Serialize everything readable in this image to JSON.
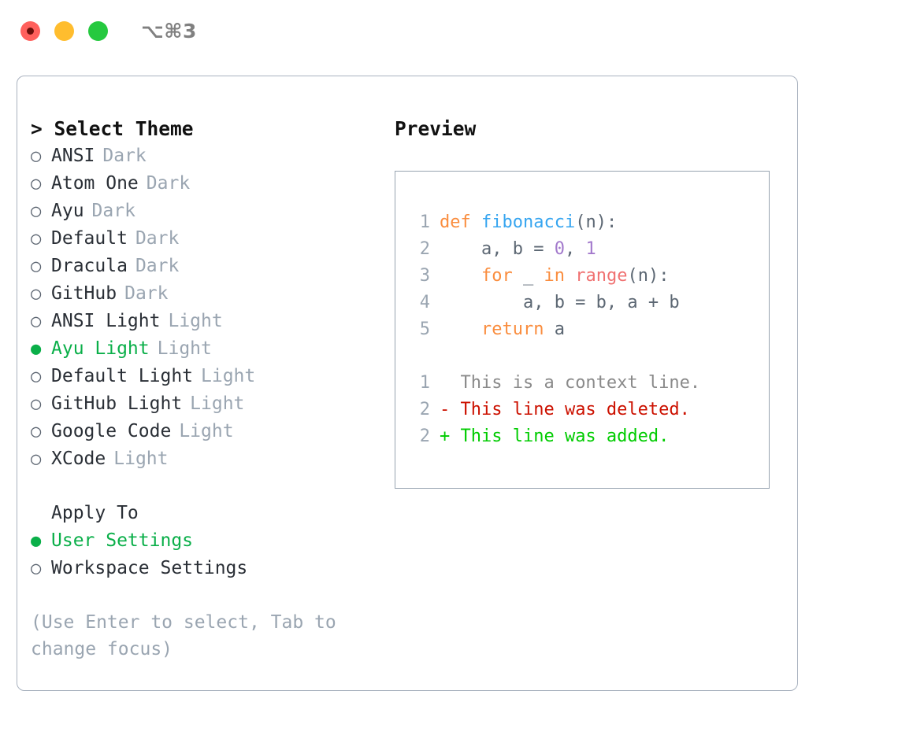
{
  "titlebar": {
    "shortcut": "⌥⌘3",
    "buttons": [
      {
        "name": "close-button",
        "color": "#ff605c"
      },
      {
        "name": "minimize-button",
        "color": "#ffbd2e"
      },
      {
        "name": "maximize-button",
        "color": "#25c93f"
      }
    ]
  },
  "colors": {
    "selection_green": "#0aaf49",
    "muted": "#9aa5b1",
    "panel_border": "#a9b2bf",
    "preview_border": "#97a3b0",
    "keyword_orange": "#fa8d3e",
    "function_blue": "#36a5f0",
    "number_purple": "#a37acc",
    "builtin_salmon": "#f07171",
    "diff_deleted": "#cc1100",
    "diff_added": "#00cc00"
  },
  "theme_list": {
    "heading": "> Select Theme",
    "items": [
      {
        "marker": "○",
        "label": "ANSI",
        "variant": "Dark",
        "selected": false
      },
      {
        "marker": "○",
        "label": "Atom One",
        "variant": "Dark",
        "selected": false
      },
      {
        "marker": "○",
        "label": "Ayu",
        "variant": "Dark",
        "selected": false
      },
      {
        "marker": "○",
        "label": "Default",
        "variant": "Dark",
        "selected": false
      },
      {
        "marker": "○",
        "label": "Dracula",
        "variant": "Dark",
        "selected": false
      },
      {
        "marker": "○",
        "label": "GitHub",
        "variant": "Dark",
        "selected": false
      },
      {
        "marker": "○",
        "label": "ANSI Light",
        "variant": "Light",
        "selected": false
      },
      {
        "marker": "●",
        "label": "Ayu Light",
        "variant": "Light",
        "selected": true
      },
      {
        "marker": "○",
        "label": "Default Light",
        "variant": "Light",
        "selected": false
      },
      {
        "marker": "○",
        "label": "GitHub Light",
        "variant": "Light",
        "selected": false
      },
      {
        "marker": "○",
        "label": "Google Code",
        "variant": "Light",
        "selected": false
      },
      {
        "marker": "○",
        "label": "XCode",
        "variant": "Light",
        "selected": false
      }
    ]
  },
  "apply_to": {
    "heading": "Apply To",
    "items": [
      {
        "marker": "●",
        "label": "User Settings",
        "selected": true
      },
      {
        "marker": "○",
        "label": "Workspace Settings",
        "selected": false
      }
    ]
  },
  "hint": "(Use Enter to select, Tab to change focus)",
  "preview": {
    "heading": "Preview",
    "code_lines": [
      {
        "lineno": "1",
        "tokens": [
          {
            "text": "def ",
            "type": "kw"
          },
          {
            "text": "fibonacci",
            "type": "fn"
          },
          {
            "text": "(n):",
            "type": "punct"
          }
        ]
      },
      {
        "lineno": "2",
        "tokens": [
          {
            "text": "    a, b = ",
            "type": "plain"
          },
          {
            "text": "0",
            "type": "num"
          },
          {
            "text": ", ",
            "type": "plain"
          },
          {
            "text": "1",
            "type": "num"
          }
        ]
      },
      {
        "lineno": "3",
        "tokens": [
          {
            "text": "    ",
            "type": "plain"
          },
          {
            "text": "for",
            "type": "kw"
          },
          {
            "text": " _ ",
            "type": "plain"
          },
          {
            "text": "in",
            "type": "kw"
          },
          {
            "text": " ",
            "type": "plain"
          },
          {
            "text": "range",
            "type": "builtin"
          },
          {
            "text": "(n):",
            "type": "punct"
          }
        ]
      },
      {
        "lineno": "4",
        "tokens": [
          {
            "text": "        a, b = b, a + b",
            "type": "plain"
          }
        ]
      },
      {
        "lineno": "5",
        "tokens": [
          {
            "text": "    ",
            "type": "plain"
          },
          {
            "text": "return",
            "type": "kw"
          },
          {
            "text": " a",
            "type": "plain"
          }
        ]
      }
    ],
    "diff_lines": [
      {
        "lineno": "1",
        "sign": " ",
        "text": " This is a context line.",
        "type": "ctx"
      },
      {
        "lineno": "2",
        "sign": "-",
        "text": " This line was deleted.",
        "type": "del"
      },
      {
        "lineno": "2",
        "sign": "+",
        "text": " This line was added.",
        "type": "add"
      }
    ]
  }
}
